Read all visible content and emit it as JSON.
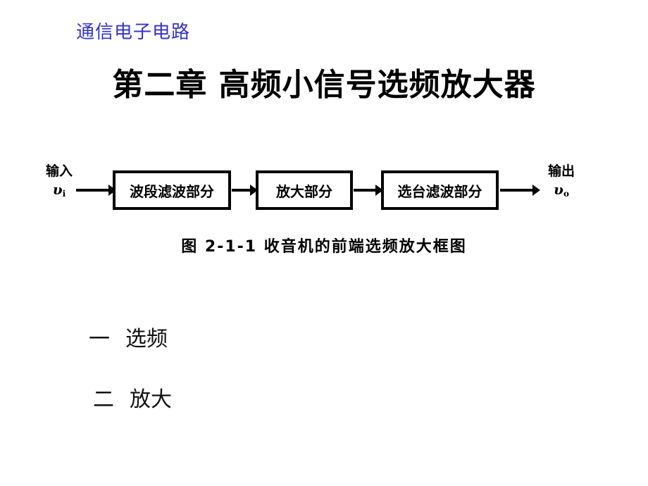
{
  "slide": {
    "header": "通信电子电路",
    "title": "第二章  高频小信号选频放大器",
    "header_color": "#3333cc",
    "background_color": "#ffffff",
    "text_color": "#000000"
  },
  "diagram": {
    "caption": "图  2-1-1  收音机的前端选频放大框图",
    "input": {
      "label": "输入",
      "symbol": "υ",
      "subscript": "i"
    },
    "output": {
      "label": "输出",
      "symbol": "υ",
      "subscript": "o"
    },
    "blocks": [
      {
        "label": "波段滤波部分"
      },
      {
        "label": "放大部分"
      },
      {
        "label": "选台滤波部分"
      }
    ],
    "arrows": [
      {
        "name": "input-to-band"
      },
      {
        "name": "band-to-amp"
      },
      {
        "name": "amp-to-tune"
      },
      {
        "name": "tune-to-output"
      }
    ]
  },
  "outline": [
    {
      "num": "一",
      "label": "选频"
    },
    {
      "num": "二",
      "label": "放大"
    }
  ]
}
